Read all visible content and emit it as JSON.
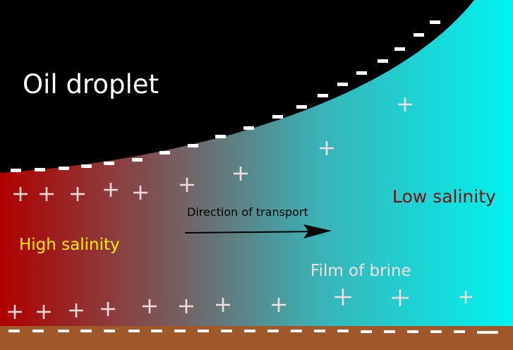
{
  "labels": {
    "oil_droplet": "Oil droplet",
    "high_salinity": "High salinity",
    "low_salinity": "Low salinity",
    "direction_of_transport": "Direction of transport",
    "film_of_brine": "Film of brine"
  },
  "charges": {
    "oil_surface": "-",
    "brine_film": "+",
    "rock_surface": "-"
  },
  "colors": {
    "oil": "#000000",
    "high_salinity_brine": "#b00000",
    "low_salinity_brine": "#00f3f0",
    "rock": "#a0582a",
    "high_salinity_text": "#ffee00",
    "low_salinity_text": "#7a0e0e",
    "film_text": "#f2dede",
    "charge_mark": "#f5dcdc"
  }
}
